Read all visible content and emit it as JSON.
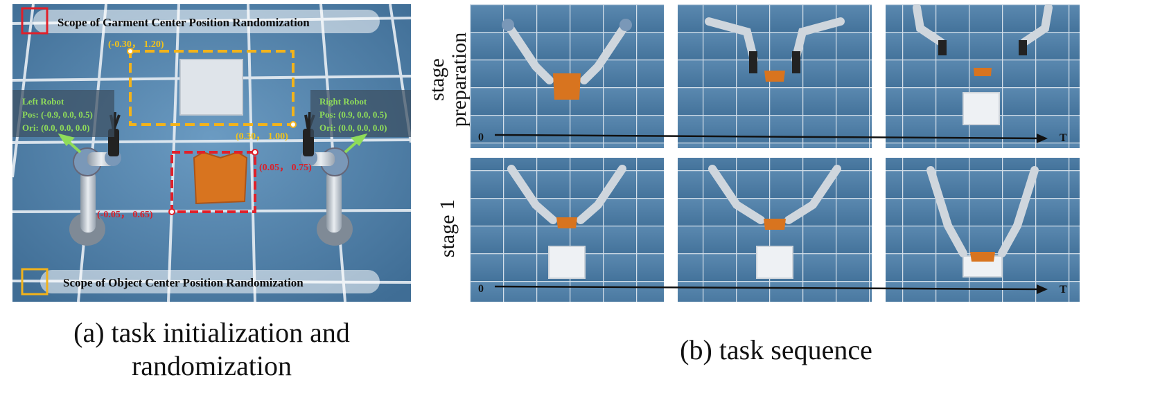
{
  "panel_a": {
    "legend_garment": "Scope of Garment Center Position Randomization",
    "legend_object": "Scope of Object Center Position Randomization",
    "left_robot": {
      "title": "Left Robot",
      "pos": "Pos: (-0.9, 0.0, 0.5)",
      "ori": "Ori: (0.0, 0.0, 0.0)"
    },
    "right_robot": {
      "title": "Right Robot",
      "pos": "Pos: (0.9, 0.0, 0.5)",
      "ori": "Ori: (0.0, 0.0, 0.0)"
    },
    "object_corner_tl": "(-0.30， 1.20)",
    "object_corner_br": "(0.30， 1.00)",
    "garment_corner_tr": "(0.05， 0.75)",
    "garment_corner_bl": "(-0.05， 0.65)",
    "caption_line1": "(a) task initialization and",
    "caption_line2": "randomization"
  },
  "panel_b": {
    "rows": [
      {
        "label_line1": "stage",
        "label_line2": "preparation",
        "axis_start": "0",
        "axis_end": "T"
      },
      {
        "label_line1": "stage 1",
        "label_line2": "",
        "axis_start": "0",
        "axis_end": "T"
      }
    ],
    "caption": "(b) task sequence"
  },
  "colors": {
    "floor": "#4f7ea6",
    "grid": "#e8eef4",
    "garment_box": "#e0202a",
    "object_box": "#f3b31a",
    "garment": "#d8741f",
    "label_green": "#8fdc5a",
    "label_yellow": "#f3c31a",
    "label_red": "#d8202a"
  }
}
